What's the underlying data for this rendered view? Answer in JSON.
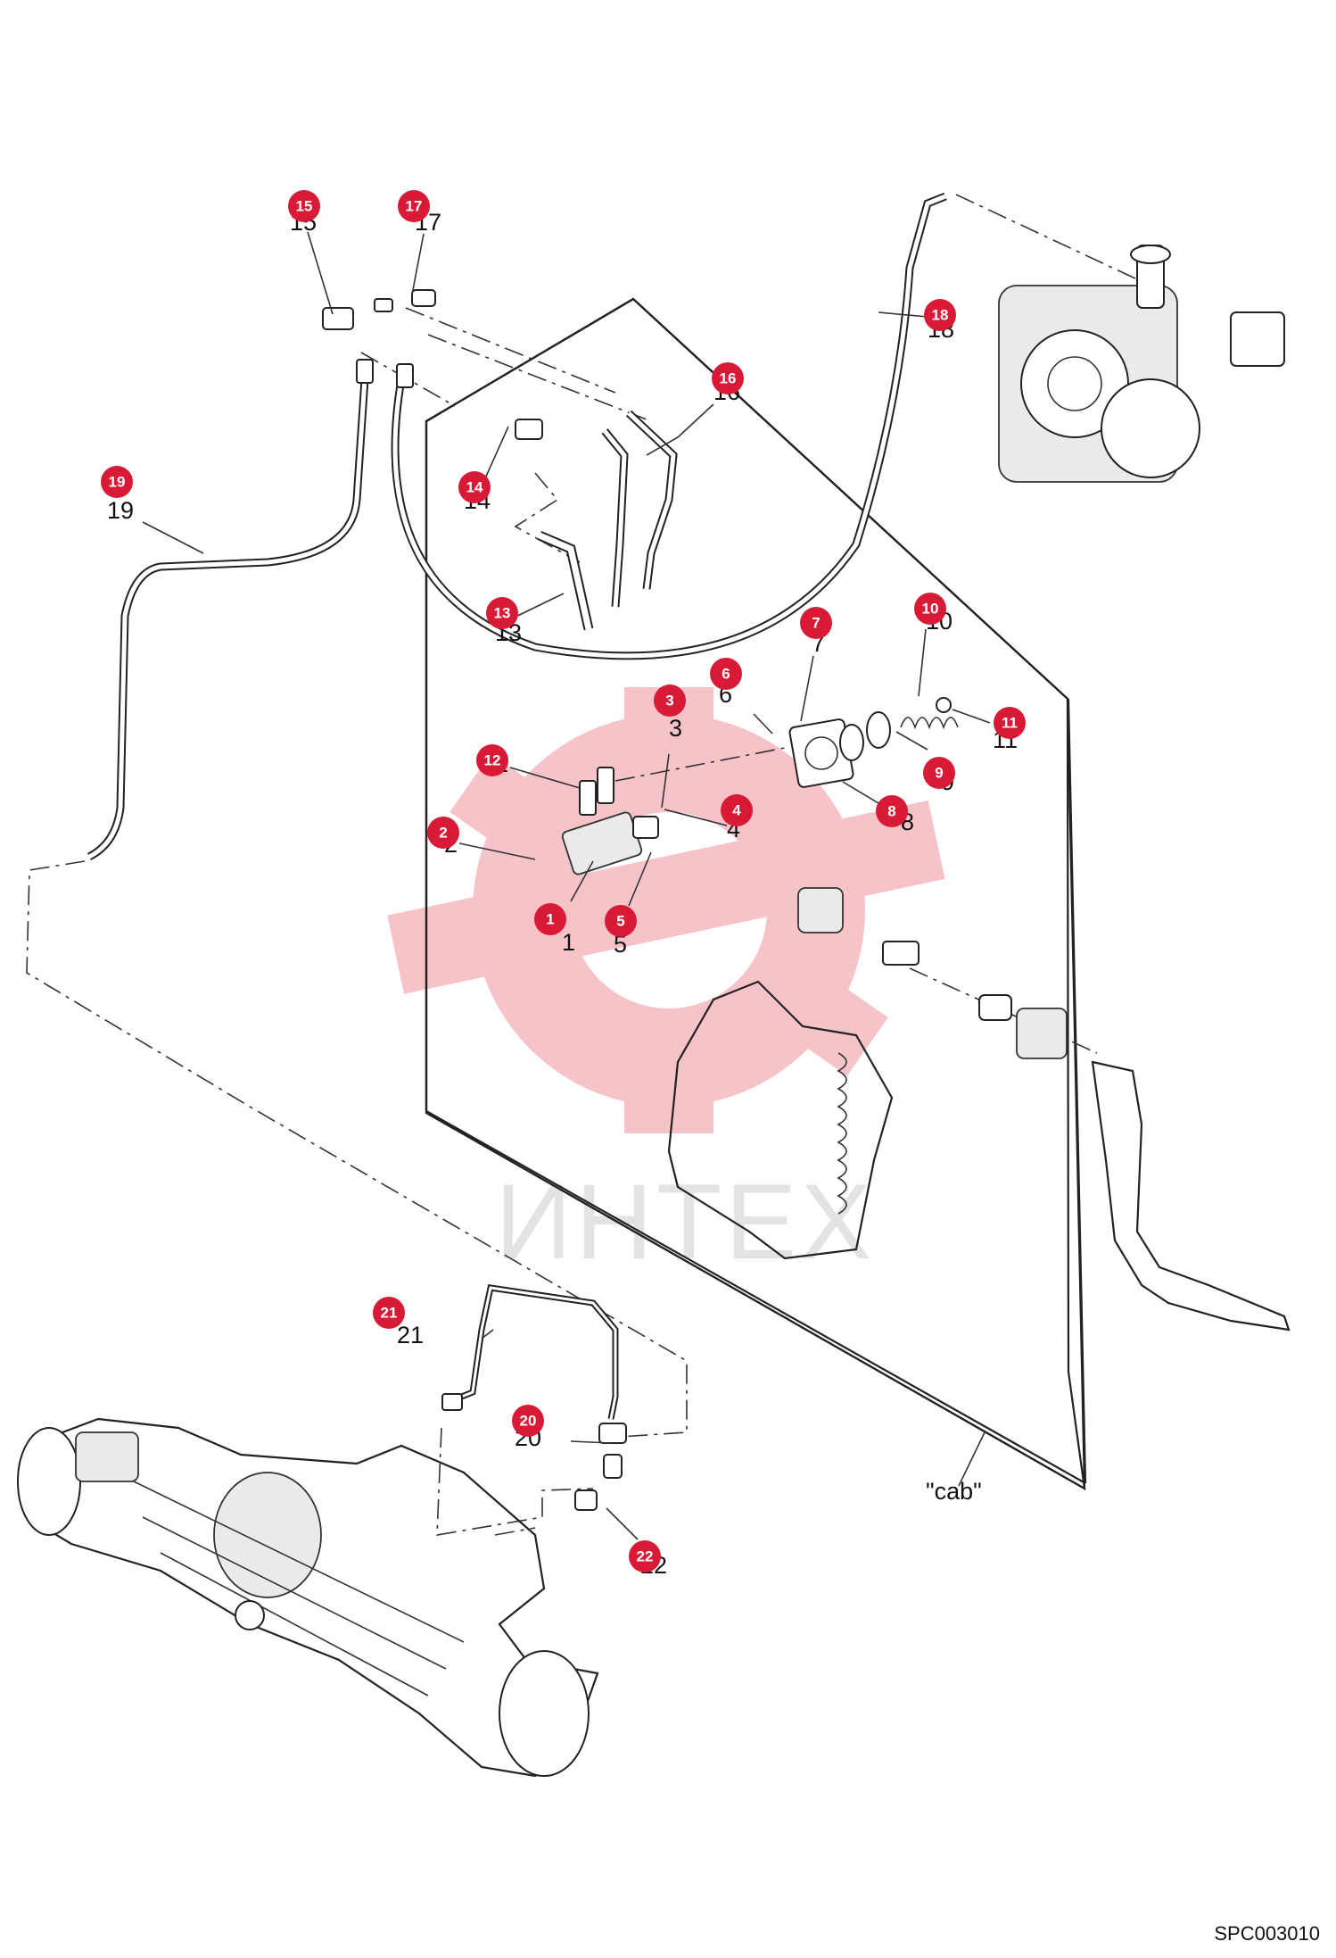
{
  "drawing_code": "SPC003010",
  "cab_label": "\"cab\"",
  "watermark": "ИНТЕХ",
  "parts": [
    {
      "num": "1",
      "label": "1"
    },
    {
      "num": "2",
      "label": "2"
    },
    {
      "num": "3",
      "label": "3"
    },
    {
      "num": "4",
      "label": "4"
    },
    {
      "num": "5",
      "label": "5"
    },
    {
      "num": "6",
      "label": "6"
    },
    {
      "num": "7",
      "label": "7"
    },
    {
      "num": "8",
      "label": "8"
    },
    {
      "num": "9",
      "label": "9"
    },
    {
      "num": "10",
      "label": "10"
    },
    {
      "num": "11",
      "label": "11"
    },
    {
      "num": "12",
      "label": "12"
    },
    {
      "num": "13",
      "label": "13"
    },
    {
      "num": "14",
      "label": "14"
    },
    {
      "num": "15",
      "label": "15"
    },
    {
      "num": "16",
      "label": "16"
    },
    {
      "num": "17",
      "label": "17"
    },
    {
      "num": "18",
      "label": "18"
    },
    {
      "num": "19",
      "label": "19"
    },
    {
      "num": "20",
      "label": "20"
    },
    {
      "num": "21",
      "label": "21"
    },
    {
      "num": "22",
      "label": "22"
    }
  ],
  "colors": {
    "badge": "#d91a36",
    "watermark_logo": "#f4b9bf",
    "watermark_text": "#e3e3e3"
  }
}
